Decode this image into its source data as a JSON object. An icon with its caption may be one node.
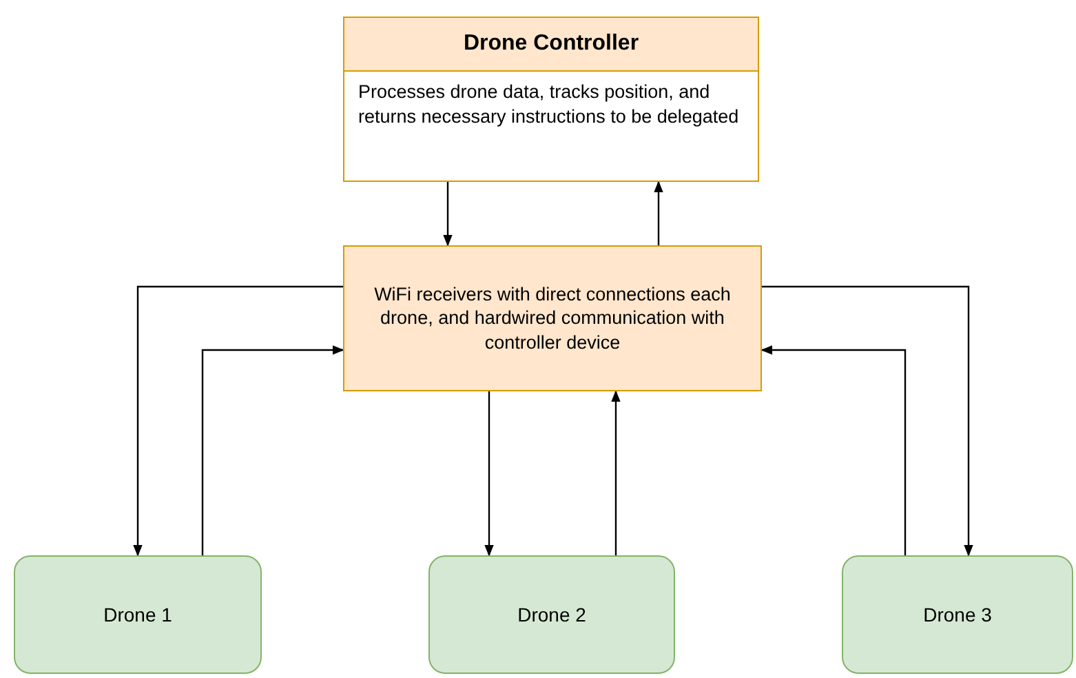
{
  "diagram": {
    "nodes": [
      {
        "text": [
          "Drone Controller",
          "Processes drone data, tracks position, and returns necessary instructions to be delegated"
        ]
      },
      {
        "text": [
          "WiFi receivers with direct connections each drone, and hardwired communication with controller device"
        ]
      },
      {
        "text": [
          "Drone 1"
        ]
      },
      {
        "text": [
          "Drone 2"
        ]
      },
      {
        "text": [
          "Drone 3"
        ]
      }
    ],
    "edges": [
      {
        "from": 0,
        "to": 1,
        "arrow": "to"
      },
      {
        "from": 1,
        "to": 0,
        "arrow": "to"
      },
      {
        "from": 1,
        "to": 2,
        "arrow": "to"
      },
      {
        "from": 2,
        "to": 1,
        "arrow": "to"
      },
      {
        "from": 1,
        "to": 3,
        "arrow": "to"
      },
      {
        "from": 3,
        "to": 1,
        "arrow": "to"
      },
      {
        "from": 1,
        "to": 4,
        "arrow": "to"
      },
      {
        "from": 4,
        "to": 1,
        "arrow": "to"
      }
    ]
  }
}
